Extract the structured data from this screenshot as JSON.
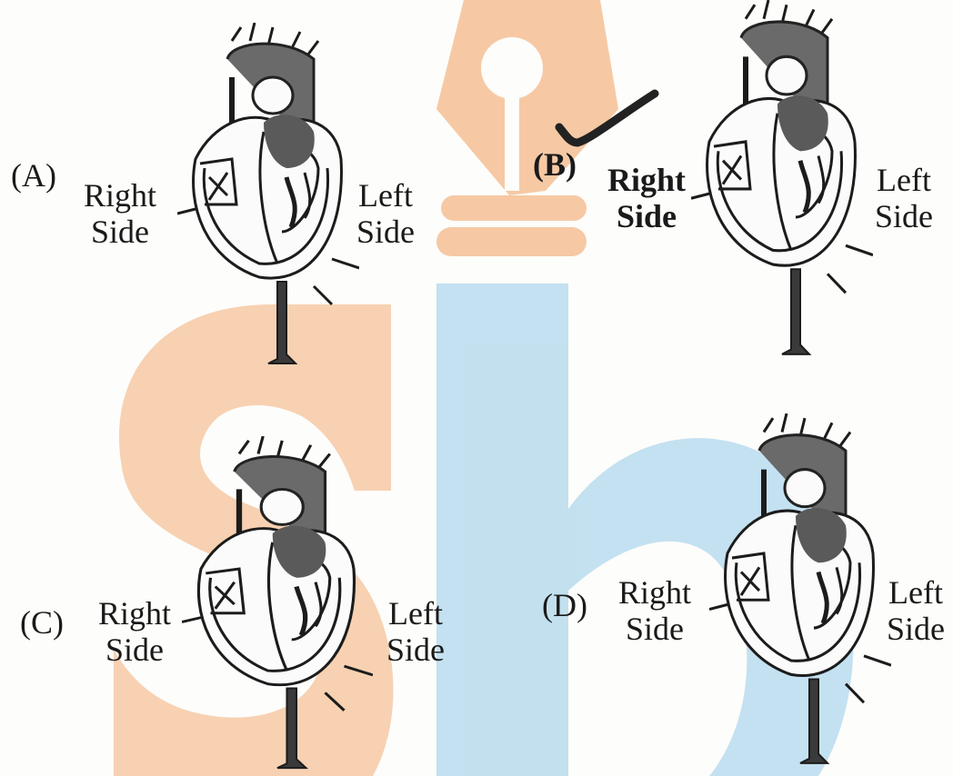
{
  "options": [
    {
      "letter": "(A)",
      "right_label": [
        "Right",
        "Side"
      ],
      "left_label": [
        "Left",
        "Side"
      ]
    },
    {
      "letter": "(B)",
      "right_label": [
        "Right",
        "Side"
      ],
      "left_label": [
        "Left",
        "Side"
      ],
      "marked_correct": true
    },
    {
      "letter": "(C)",
      "right_label": [
        "Right",
        "Side"
      ],
      "left_label": [
        "Left",
        "Side"
      ]
    },
    {
      "letter": "(D)",
      "right_label": [
        "Right",
        "Side"
      ],
      "left_label": [
        "Left",
        "Side"
      ]
    }
  ],
  "watermark": {
    "colors": {
      "orange": "#f6c9a4",
      "blue": "#b9dcee"
    }
  },
  "icons": {
    "check": "checkmark-icon"
  }
}
